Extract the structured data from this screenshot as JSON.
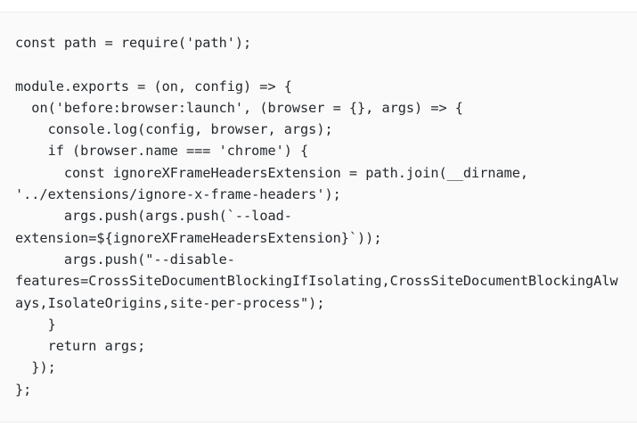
{
  "document": {
    "type": "code-block",
    "language": "javascript",
    "colors": {
      "page_background": "#ffffff",
      "code_background": "#fafafa",
      "code_text": "#24292e",
      "divider": "#eaecef"
    },
    "code": "const path = require('path');\n\nmodule.exports = (on, config) => {\n  on('before:browser:launch', (browser = {}, args) => {\n    console.log(config, browser, args);\n    if (browser.name === 'chrome') {\n      const ignoreXFrameHeadersExtension = path.join(__dirname, '../extensions/ignore-x-frame-headers');\n      args.push(args.push(`--load-extension=${ignoreXFrameHeadersExtension}`));\n      args.push(\"--disable-features=CrossSiteDocumentBlockingIfIsolating,CrossSiteDocumentBlockingAlways,IsolateOrigins,site-per-process\");\n    }\n    return args;\n  });\n};"
  }
}
